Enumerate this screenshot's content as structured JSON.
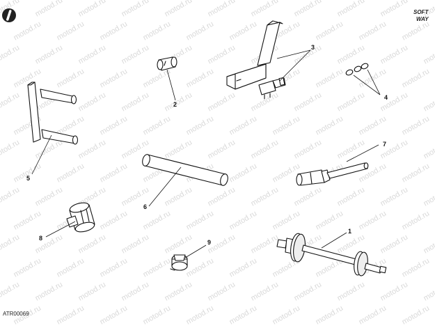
{
  "diagram": {
    "reference_code": "ATR00069",
    "watermark_text": "motod.ru",
    "brand": {
      "line1": "SOFT",
      "line2": "WAY"
    },
    "callouts": [
      {
        "id": "1",
        "label": "1"
      },
      {
        "id": "2",
        "label": "2"
      },
      {
        "id": "3",
        "label": "3"
      },
      {
        "id": "4",
        "label": "4"
      },
      {
        "id": "5",
        "label": "5"
      },
      {
        "id": "6",
        "label": "6"
      },
      {
        "id": "7",
        "label": "7"
      },
      {
        "id": "8",
        "label": "8"
      },
      {
        "id": "9",
        "label": "9"
      }
    ]
  }
}
